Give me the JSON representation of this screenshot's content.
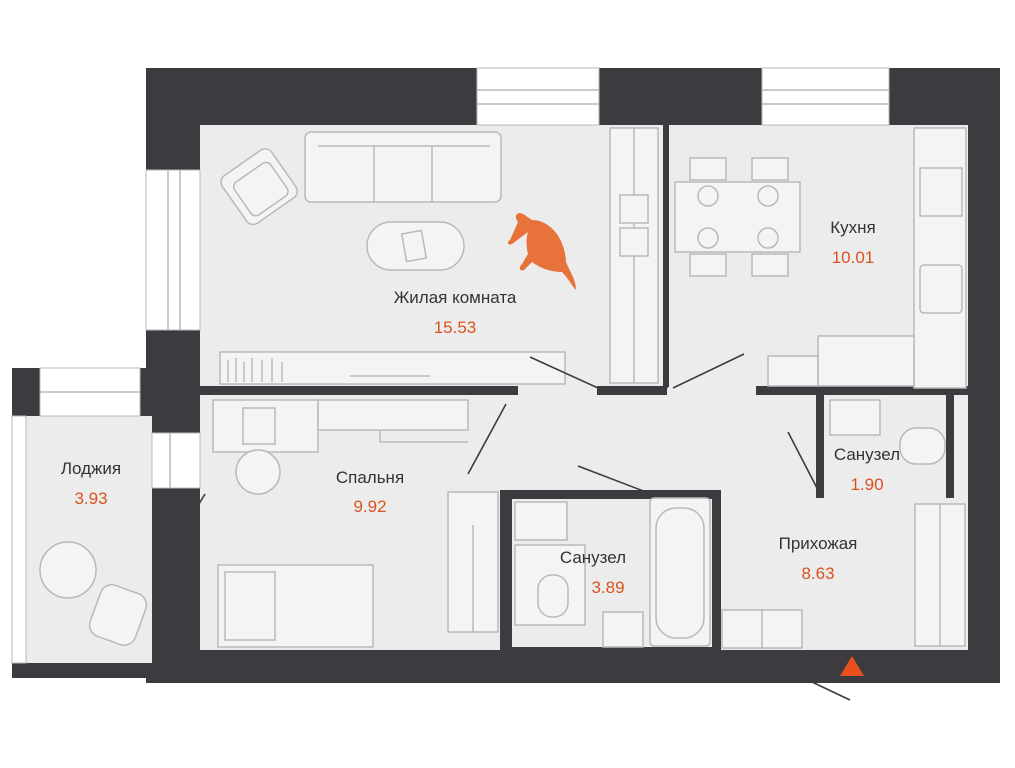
{
  "colors": {
    "wall": "#3d3b3f",
    "floor": "#ececec",
    "furniture_stroke": "#b9b9b9",
    "area_text": "#d9531e",
    "label_text": "#333333",
    "entrance_marker": "#e8501e",
    "cat": "#e8733a"
  },
  "rooms": {
    "living": {
      "name": "Жилая комната",
      "area": "15.53"
    },
    "kitchen": {
      "name": "Кухня",
      "area": "10.01"
    },
    "bedroom": {
      "name": "Спальня",
      "area": "9.92"
    },
    "loggia": {
      "name": "Лоджия",
      "area": "3.93"
    },
    "bathroom_large": {
      "name": "Санузел",
      "area": "3.89"
    },
    "bathroom_small": {
      "name": "Санузел",
      "area": "1.90"
    },
    "hallway": {
      "name": "Прихожая",
      "area": "8.63"
    }
  },
  "icons": {
    "entrance": "entrance-triangle-icon",
    "pet": "cat-icon"
  }
}
